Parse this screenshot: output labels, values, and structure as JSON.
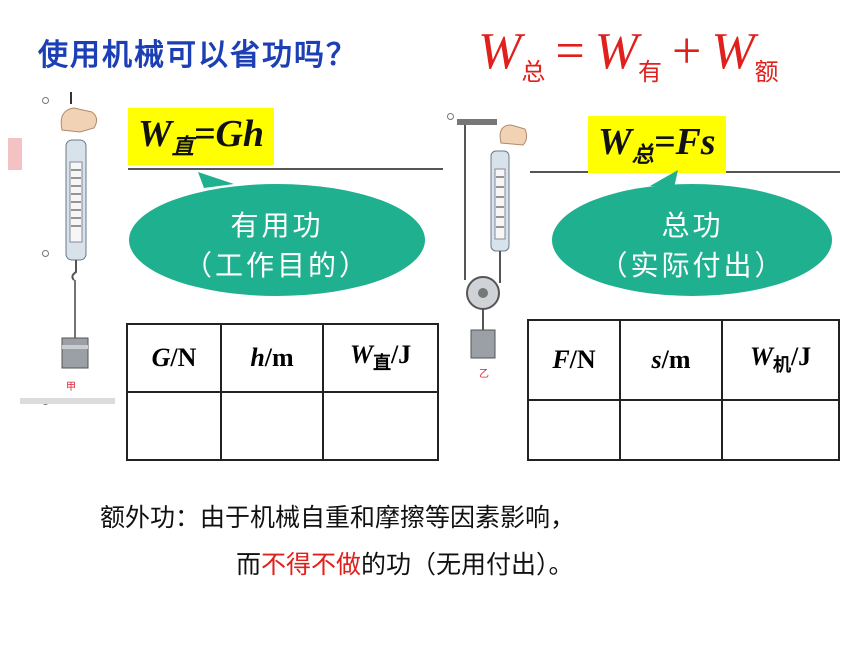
{
  "title": "使用机械可以省功吗？",
  "formula": {
    "w": "W",
    "total": "总",
    "useful": "有",
    "extra": "额",
    "eq": "=",
    "plus": "+"
  },
  "left": {
    "box_sub": "直",
    "box_rest": "=Gh",
    "bubble_line1": "有用功",
    "bubble_line2": "（工作目的）",
    "table_headers": [
      {
        "var": "G",
        "unit": "/N"
      },
      {
        "var": "h",
        "unit": "/m"
      },
      {
        "var": "W",
        "sub": "直",
        "unit": "/J"
      }
    ],
    "caption": "甲"
  },
  "right": {
    "box_sub": "总",
    "box_rest": "=Fs",
    "bubble_line1": "总功",
    "bubble_line2": "（实际付出）",
    "table_headers": [
      {
        "var": "F",
        "unit": "/N"
      },
      {
        "var": "s",
        "unit": "/m"
      },
      {
        "var": "W",
        "sub": "机",
        "unit": "/J"
      }
    ],
    "caption": "乙"
  },
  "note": {
    "line1": "额外功：由于机械自重和摩擦等因素影响，",
    "line2_pre": "而",
    "line2_red": "不得不做",
    "line2_post": "的功（无用付出）。"
  },
  "colors": {
    "title": "#1c3fb5",
    "formula": "#e0201c",
    "bubble": "#1fb08f",
    "highlight": "#ffff00"
  }
}
